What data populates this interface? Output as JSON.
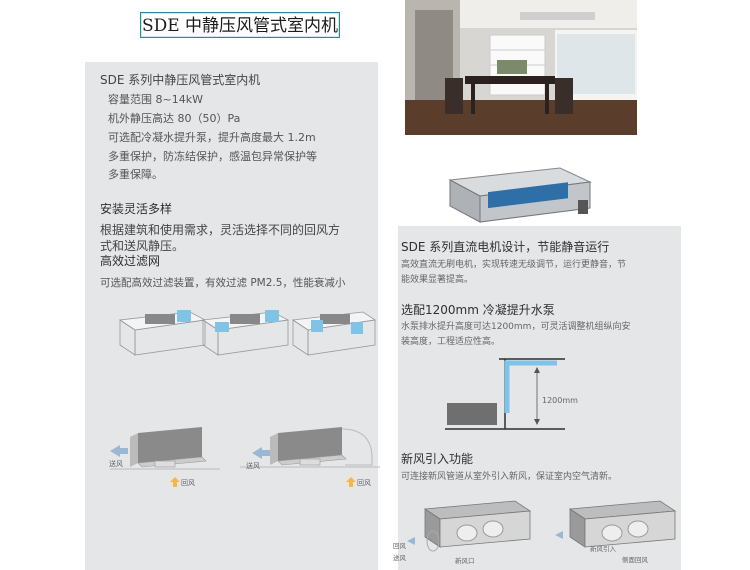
{
  "page_title": "SDE 中静压风管式室内机",
  "left_panel": {
    "spec_title": "SDE 系列中静压风管式室内机",
    "spec_lines": [
      "容量范围 8~14kW",
      "机外静压高达 80（50）Pa",
      "可选配冷凝水提升泵，提升高度最大 1.2m",
      "多重保护，防冻结保护，感温包异常保护等",
      "多重保障。"
    ],
    "flex_title": "安装灵活多样",
    "flex_lines": [
      "根据建筑和使用需求，灵活选择不同的回风方",
      "式和送风静压。"
    ],
    "filter_title": "高效过滤网",
    "filter_desc": "可选配高效过滤装置，有效过滤 PM2.5，性能衰减小",
    "diagram_labels": {
      "supply_1": "送风",
      "return_1": "回风",
      "supply_2": "送风",
      "return_2": "回风"
    }
  },
  "right_panel": {
    "motor_title": "SDE 系列直流电机设计，节能静音运行",
    "motor_lines": [
      "高效直流无刷电机，实现转速无级调节，运行更静音，节",
      "能效果显著提高。"
    ],
    "pump_title": "选配1200mm 冷凝提升水泵",
    "pump_lines": [
      "水泵排水提升高度可达1200mm，可灵活调整机组纵向安",
      "装高度，工程适应性高。"
    ],
    "pump_dim": "1200mm",
    "fresh_title": "新风引入功能",
    "fresh_desc": "可连接新风管道从室外引入新风，保证室内空气清新。",
    "fresh_labels": [
      "回风",
      "送风",
      "新风口",
      "新风引入",
      "侧面回风"
    ]
  },
  "colors": {
    "panel": "#e5e6e8",
    "title_border": "#2a8a9a",
    "pipe": "#7fc4e6",
    "arrow_supply": "#9ab8d6",
    "arrow_return": "#f2b84b"
  }
}
